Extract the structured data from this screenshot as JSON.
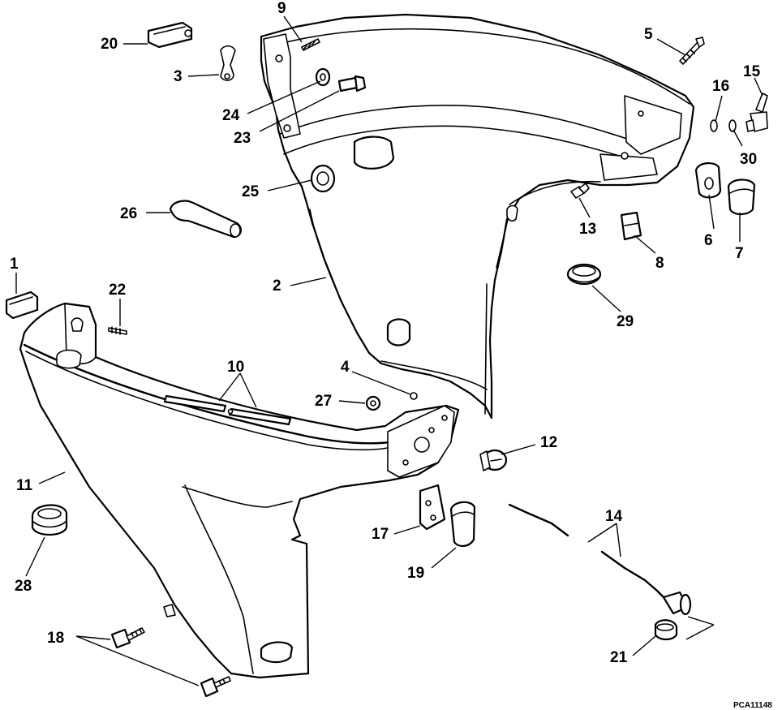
{
  "diagram": {
    "code": "PCA11148",
    "callouts": [
      "1",
      "2",
      "3",
      "4",
      "5",
      "6",
      "7",
      "8",
      "9",
      "10",
      "11",
      "12",
      "13",
      "14",
      "15",
      "16",
      "17",
      "18",
      "19",
      "20",
      "21",
      "22",
      "23",
      "24",
      "25",
      "26",
      "27",
      "28",
      "29",
      "30"
    ]
  }
}
